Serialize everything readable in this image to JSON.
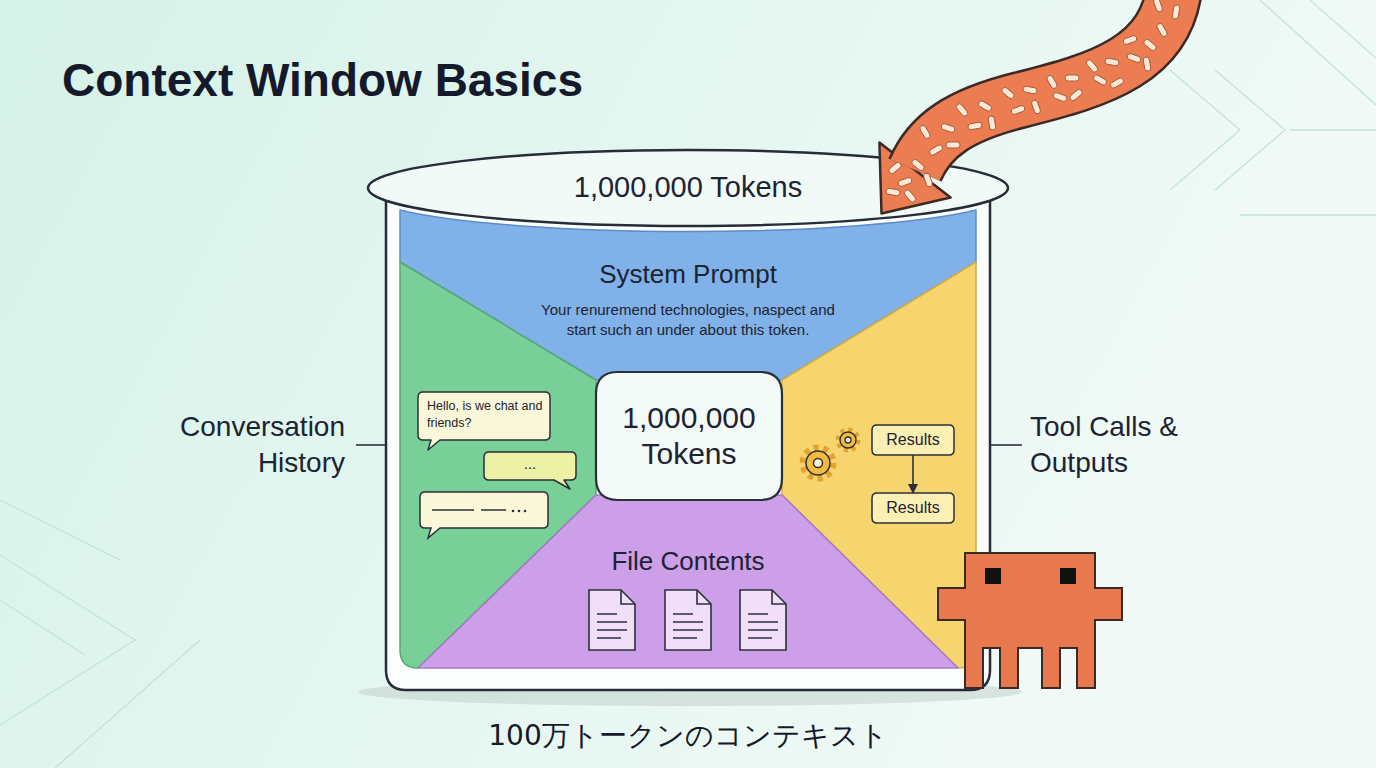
{
  "diagram": {
    "title": "Context Window Basics",
    "caption": "100万トークンのコンテキスト",
    "nodes": [
      {
        "text": [
          "1,000,000 Tokens"
        ]
      },
      {
        "text": [
          "System Prompt",
          "Your renuremend technologies, naspect and start such an under about this token."
        ],
        "in": 0
      },
      {
        "text": [
          "Conversation History"
        ],
        "in": 0
      },
      {
        "text": [
          "Hello, is we chat and friends?"
        ],
        "in": 2
      },
      {
        "text": [
          "..."
        ],
        "in": 2
      },
      {
        "text": [
          "1,000,000 Tokens"
        ],
        "in": 0
      },
      {
        "text": [
          "Tool Calls & Outputs"
        ],
        "in": 0
      },
      {
        "text": [
          "Results"
        ],
        "in": 6
      },
      {
        "text": [
          "Results"
        ],
        "in": 6
      },
      {
        "text": [
          "File Contents"
        ],
        "in": 0
      }
    ],
    "edges": [
      {
        "from": 7,
        "to": 8,
        "arrow": "to"
      }
    ]
  }
}
